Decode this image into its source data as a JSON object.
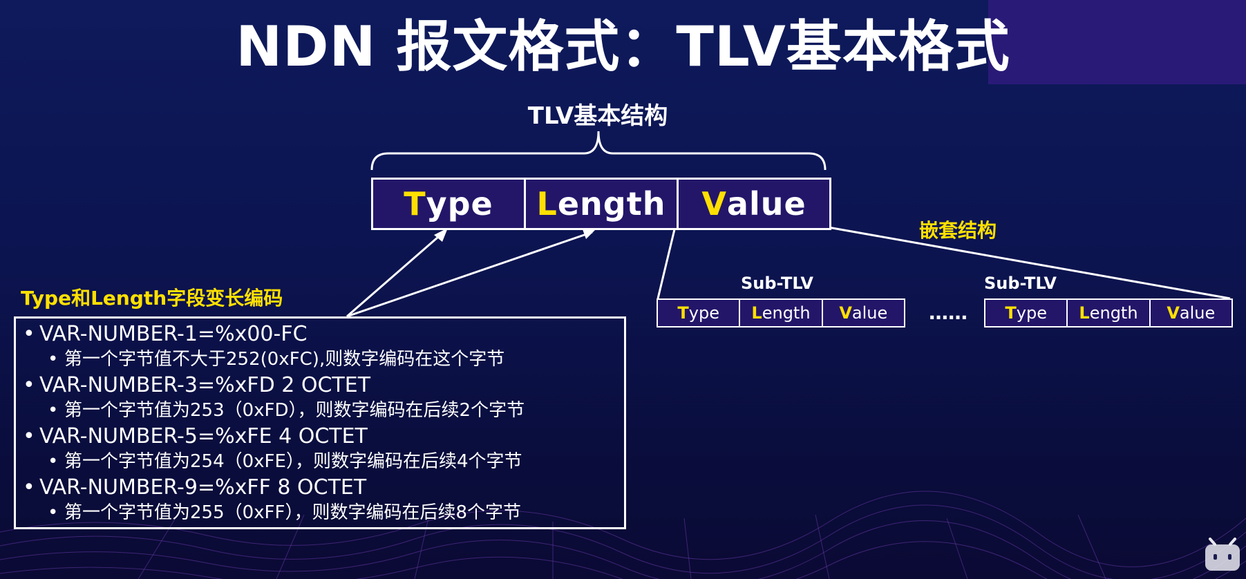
{
  "slide": {
    "title": "NDN 报文格式：TLV基本格式",
    "structure_caption": "TLV基本结构",
    "nested_caption": "嵌套结构",
    "varlen_caption": "Type和Length字段变长编码"
  },
  "main_tlv": [
    {
      "initial": "T",
      "rest": "ype"
    },
    {
      "initial": "L",
      "rest": "ength"
    },
    {
      "initial": "V",
      "rest": "alue"
    }
  ],
  "sub_tlvs": [
    {
      "label": "Sub-TLV",
      "fields": [
        {
          "initial": "T",
          "rest": "ype"
        },
        {
          "initial": "L",
          "rest": "ength"
        },
        {
          "initial": "V",
          "rest": "alue"
        }
      ]
    },
    {
      "label": "Sub-TLV",
      "fields": [
        {
          "initial": "T",
          "rest": "ype"
        },
        {
          "initial": "L",
          "rest": "ength"
        },
        {
          "initial": "V",
          "rest": "alue"
        }
      ]
    }
  ],
  "ellipsis": "……",
  "bullet": "•",
  "encoding_rules": [
    {
      "rule": "VAR-NUMBER-1=%x00-FC",
      "desc": "第一个字节值不大于252(0xFC),则数字编码在这个字节"
    },
    {
      "rule": "VAR-NUMBER-3=%xFD 2 OCTET",
      "desc": "第一个字节值为253（0xFD），则数字编码在后续2个字节"
    },
    {
      "rule": "VAR-NUMBER-5=%xFE 4 OCTET",
      "desc": "第一个字节值为254（0xFE），则数字编码在后续4个字节"
    },
    {
      "rule": "VAR-NUMBER-9=%xFF 8 OCTET",
      "desc": "第一个字节值为255（0xFF），则数字编码在后续8个字节"
    }
  ],
  "colors": {
    "background": "#0c1450",
    "accent_yellow": "#ffe000",
    "box_fill": "#231669",
    "corner_panel": "#2a1a78"
  }
}
